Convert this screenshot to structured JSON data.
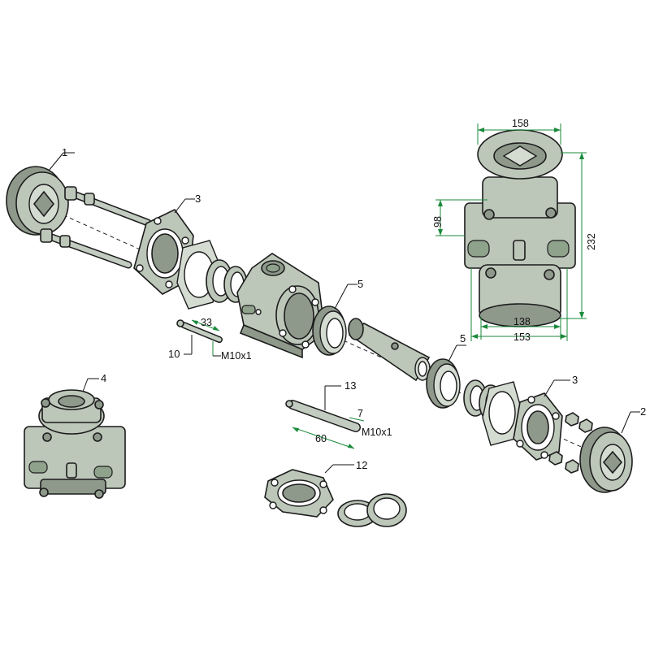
{
  "diagram": {
    "part_labels": {
      "p1": "1",
      "p2": "2",
      "p3a": "3",
      "p3b": "3",
      "p4": "4",
      "p5a": "5",
      "p5b": "5",
      "p10": "10",
      "p12": "12",
      "p13": "13"
    },
    "dimensions": {
      "d158": "158",
      "d98": "98",
      "d232": "232",
      "d138": "138",
      "d153": "153",
      "d33": "33",
      "m10x1_a": "M10x1",
      "d7": "7",
      "m10x1_b": "M10x1",
      "d60": "60"
    },
    "colors": {
      "part": "#bcc6b9",
      "part_dark": "#8e998b",
      "slot": "#8fa28c",
      "dimension": "#1a8a3a"
    }
  }
}
